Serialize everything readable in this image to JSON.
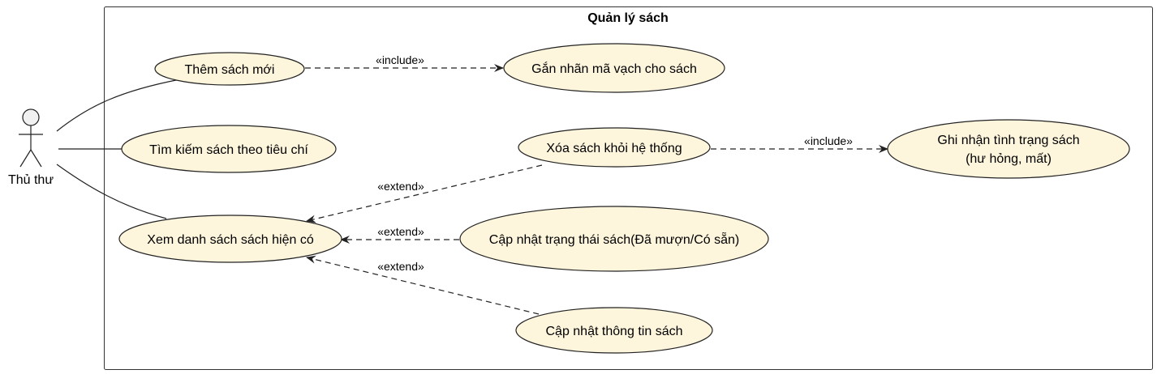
{
  "system": {
    "title": "Quản lý sách"
  },
  "actor": {
    "name": "Thủ thư"
  },
  "use_cases": {
    "add_book": "Thêm sách mới",
    "attach_barcode": "Gắn nhãn mã vạch cho sách",
    "search_books": "Tìm kiếm sách theo tiêu chí",
    "remove_book": "Xóa sách khỏi hệ thống",
    "record_condition": {
      "line1": "Ghi nhận tình trạng sách",
      "line2": "(hư hỏng, mất)"
    },
    "view_books": "Xem danh sách sách hiện có",
    "update_status": "Cập nhật trạng thái sách(Đã mượn/Có sẵn)",
    "update_info": "Cập nhật thông tin sách"
  },
  "relations": {
    "include_barcode": "«include»",
    "include_condition": "«include»",
    "extend_remove": "«extend»",
    "extend_status": "«extend»",
    "extend_info": "«extend»"
  },
  "colors": {
    "use_case_fill": "#fdf5dc",
    "stroke": "#222222",
    "boundary": "#333333"
  }
}
